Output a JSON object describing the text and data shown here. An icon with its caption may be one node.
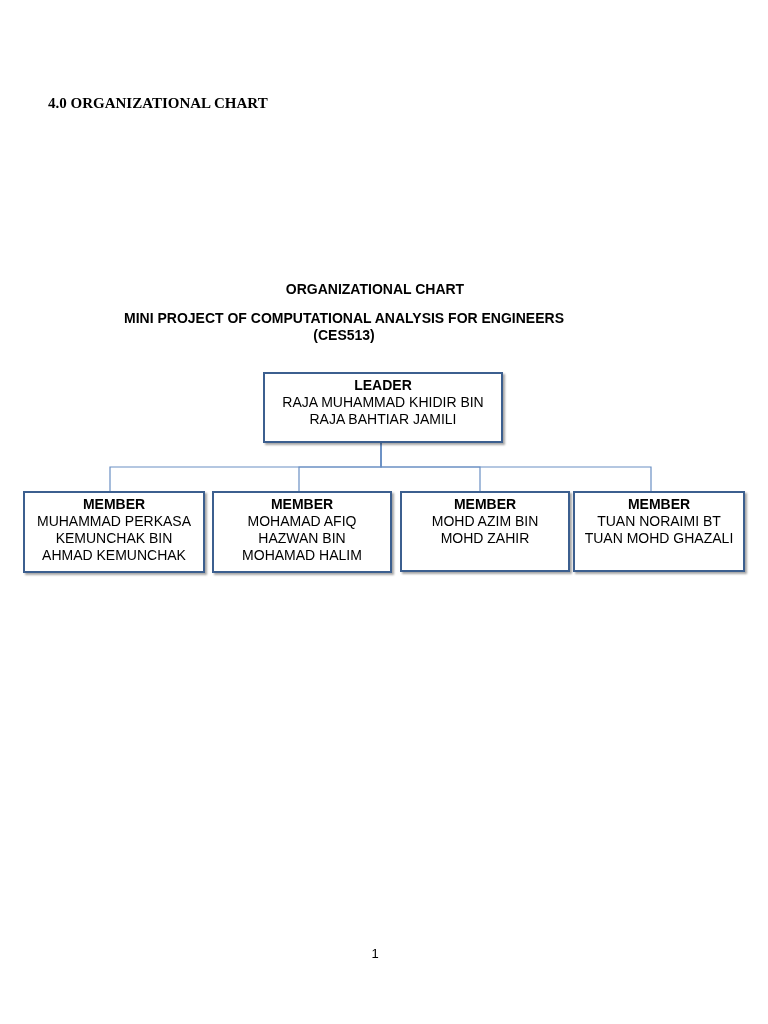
{
  "diagram": {
    "title": "4.0 ORGANIZATIONAL CHART",
    "nodes": [
      {
        "text": [
          "LEADER",
          "RAJA MUHAMMAD KHIDIR BIN RAJA BAHTIAR JAMILI"
        ]
      },
      {
        "text": [
          "MEMBER",
          "MUHAMMAD PERKASA KEMUNCHAK BIN AHMAD KEMUNCHAK"
        ]
      },
      {
        "text": [
          "MEMBER",
          "MOHAMAD AFIQ HAZWAN BIN MOHAMAD HALIM"
        ]
      },
      {
        "text": [
          "MEMBER",
          "MOHD AZIM BIN MOHD ZAHIR"
        ]
      },
      {
        "text": [
          "MEMBER",
          "TUAN NORAIMI BT TUAN MOHD GHAZALI"
        ]
      }
    ],
    "edges": [
      {
        "from": 0,
        "to": 1,
        "arrow": "none"
      },
      {
        "from": 0,
        "to": 2,
        "arrow": "none"
      },
      {
        "from": 0,
        "to": 3,
        "arrow": "none"
      },
      {
        "from": 0,
        "to": 4,
        "arrow": "none"
      }
    ],
    "labels": [
      "ORGANIZATIONAL CHART",
      "MINI PROJECT OF COMPUTATIONAL ANALYSIS FOR ENGINEERS (CES513)",
      "1"
    ]
  }
}
